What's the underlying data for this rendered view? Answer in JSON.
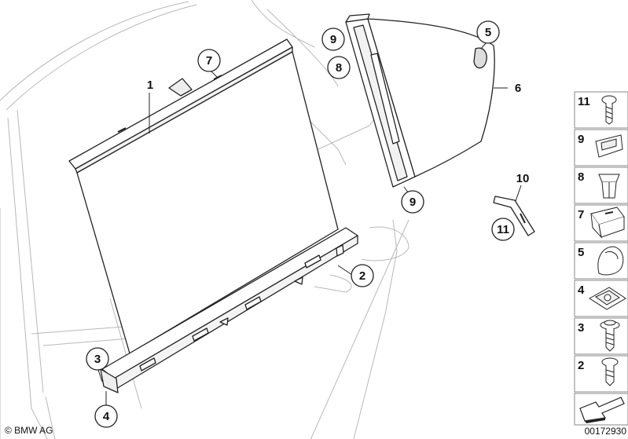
{
  "callouts": {
    "c1": "1",
    "c2": "2",
    "c3": "3",
    "c4": "4",
    "c5": "5",
    "c6": "6",
    "c7": "7",
    "c8": "8",
    "c9a": "9",
    "c9b": "9",
    "c10": "10",
    "c11": "11"
  },
  "legend": [
    {
      "number": "11",
      "icon": "screw-flanged-icon"
    },
    {
      "number": "9",
      "icon": "clip-bracket-icon"
    },
    {
      "number": "8",
      "icon": "expanding-nut-icon"
    },
    {
      "number": "7",
      "icon": "guide-block-icon"
    },
    {
      "number": "5",
      "icon": "end-cap-icon"
    },
    {
      "number": "4",
      "icon": "spring-nut-icon"
    },
    {
      "number": "3",
      "icon": "screw-washer-icon"
    },
    {
      "number": "2",
      "icon": "screw-short-icon"
    }
  ],
  "footer": {
    "copyright": "© BMW AG",
    "diagram_id": "00172930"
  },
  "colors": {
    "line": "#222222",
    "ghost_line": "#b8b8b8",
    "fill": "#ffffff"
  }
}
